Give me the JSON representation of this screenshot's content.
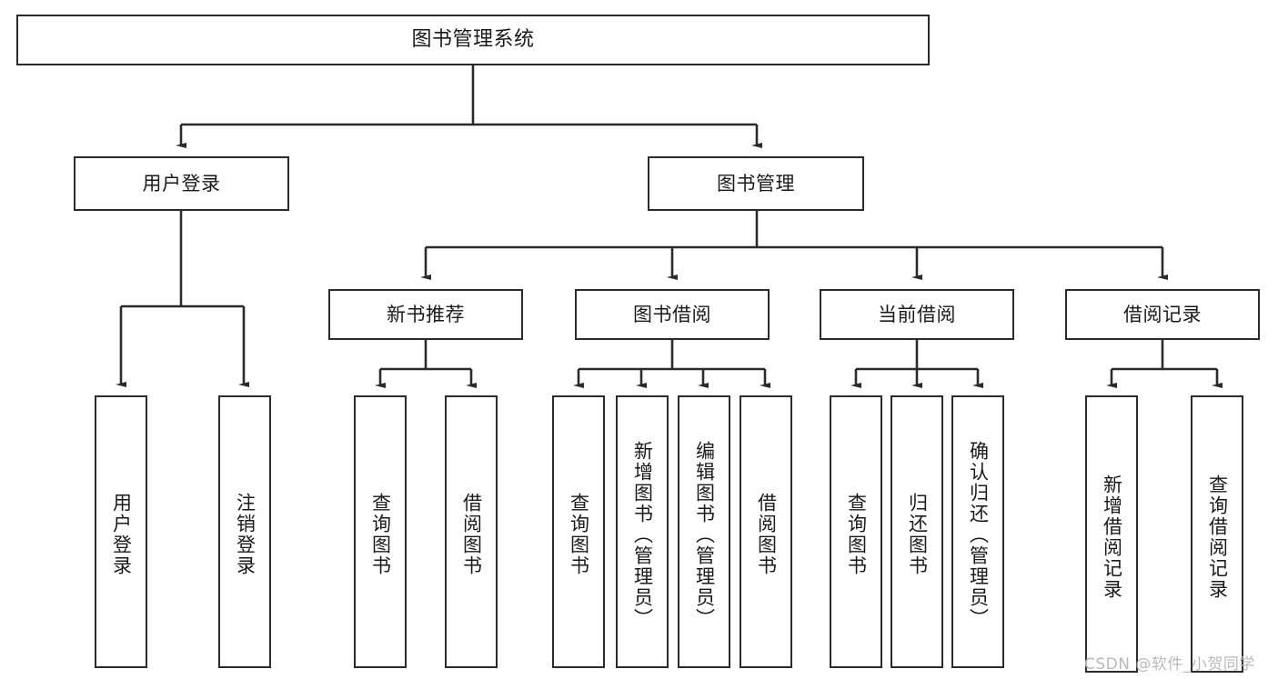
{
  "diagram": {
    "title": "图书管理系统",
    "type": "tree-hierarchy-chart",
    "edge_color": "#2b2b2b",
    "box_border_color": "#2b2b2b",
    "box_fill_color": "#ffffff",
    "background_color": "#ffffff",
    "root": {
      "id": "root",
      "label": "图书管理系统"
    },
    "level2": [
      {
        "id": "user-login",
        "label": "用户登录"
      },
      {
        "id": "book-manage",
        "label": "图书管理"
      }
    ],
    "level3": [
      {
        "id": "new-book-recommend",
        "label": "新书推荐"
      },
      {
        "id": "book-borrow",
        "label": "图书借阅"
      },
      {
        "id": "current-borrow",
        "label": "当前借阅"
      },
      {
        "id": "borrow-record",
        "label": "借阅记录"
      }
    ],
    "leaves": {
      "user_login": [
        {
          "id": "leaf-user-login",
          "label": "用户登录"
        },
        {
          "id": "leaf-logout-login",
          "label": "注销登录"
        }
      ],
      "new_book_recommend": [
        {
          "id": "leaf-query-book-1",
          "label": "查询图书"
        },
        {
          "id": "leaf-borrow-book-1",
          "label": "借阅图书"
        }
      ],
      "book_borrow": [
        {
          "id": "leaf-query-book-2",
          "label": "查询图书"
        },
        {
          "id": "leaf-add-book",
          "label": "新增图书（管理员）"
        },
        {
          "id": "leaf-edit-book",
          "label": "编辑图书（管理员）"
        },
        {
          "id": "leaf-borrow-book-2",
          "label": "借阅图书"
        }
      ],
      "current_borrow": [
        {
          "id": "leaf-query-book-3",
          "label": "查询图书"
        },
        {
          "id": "leaf-return-book",
          "label": "归还图书"
        },
        {
          "id": "leaf-confirm-return",
          "label": "确认归还（管理员）"
        }
      ],
      "borrow_record": [
        {
          "id": "leaf-add-record",
          "label": "新增借阅记录"
        },
        {
          "id": "leaf-query-record",
          "label": "查询借阅记录"
        }
      ]
    }
  },
  "watermark": {
    "text": "CSDN @软件_小贺同学"
  }
}
